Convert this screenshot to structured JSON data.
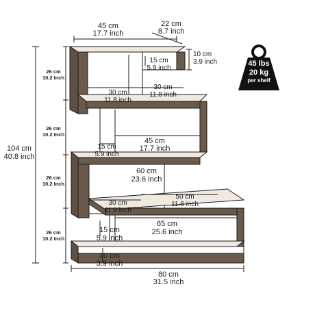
{
  "dimensions": {
    "top_width": {
      "cm": "45 cm",
      "inch": "17.7 inch"
    },
    "depth": {
      "cm": "22 cm",
      "inch": "8.7 inch"
    },
    "board_thickness_top": {
      "cm": "10 cm",
      "inch": "3.9 inch"
    },
    "small_offset_top": {
      "cm": "15 cm",
      "inch": "5.9 inch"
    },
    "top_left_compartment": {
      "cm": "30 cm",
      "inch": "11.8 inch"
    },
    "top_right_compartment": {
      "cm": "30 cm",
      "inch": "11.8 inch"
    },
    "second_offset": {
      "cm": "15 cm",
      "inch": "5.9 inch"
    },
    "second_width": {
      "cm": "45 cm",
      "inch": "17.7 inch"
    },
    "third_width": {
      "cm": "60 cm",
      "inch": "23.6 inch"
    },
    "third_left_compartment": {
      "cm": "30 cm",
      "inch": "11.8 inch"
    },
    "third_right_compartment": {
      "cm": "50 cm",
      "inch": "11.8 inch"
    },
    "fourth_offset": {
      "cm": "15 cm",
      "inch": "5.9 inch"
    },
    "fourth_width": {
      "cm": "65 cm",
      "inch": "25.6 inch"
    },
    "board_thickness_bottom": {
      "cm": "10 cm",
      "inch": "3.9 inch"
    },
    "bottom_width": {
      "cm": "80 cm",
      "inch": "31.5 inch"
    },
    "total_height": {
      "cm": "104 cm",
      "inch": "40.8 inch"
    },
    "tier_heights": [
      {
        "cm": "26 cm",
        "inch": "10.2 Inch"
      },
      {
        "cm": "26 cm",
        "inch": "10.2 Inch"
      },
      {
        "cm": "26 cm",
        "inch": "10.2 Inch"
      },
      {
        "cm": "26 cm",
        "inch": "10.2 Inch"
      }
    ]
  },
  "weight_badge": {
    "lbs": "45 lbs",
    "kg": "20 kg",
    "caption": "per shelf"
  },
  "colors": {
    "wood": "#6a5a4c",
    "panel_white": "#ffffff",
    "line": "#1a1a1a",
    "badge": "#111111"
  }
}
